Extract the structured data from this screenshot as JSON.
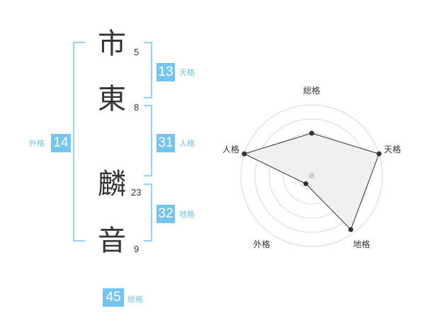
{
  "name_chars": [
    {
      "char": "市",
      "strokes": "5"
    },
    {
      "char": "東",
      "strokes": "8"
    },
    {
      "char": "麟",
      "strokes": "23"
    },
    {
      "char": "音",
      "strokes": "9"
    }
  ],
  "kakusu": {
    "tenkaku": {
      "value": "13",
      "label": "天格"
    },
    "jinkaku": {
      "value": "31",
      "label": "人格"
    },
    "chikaku": {
      "value": "32",
      "label": "地格"
    },
    "gaikaku": {
      "value": "14",
      "label": "外格"
    },
    "soukaku": {
      "value": "45",
      "label": "総格"
    }
  },
  "colors": {
    "accent": "#74c4ee",
    "text": "#333333",
    "grid": "#d8d8d8",
    "fill": "#f0f0f0"
  },
  "chart_data": {
    "type": "radar",
    "axes": [
      "総格",
      "天格",
      "地格",
      "外格",
      "人格"
    ],
    "scale_max": 5,
    "rings": 5,
    "values": [
      3.0,
      5.0,
      4.7,
      0.7,
      5.0
    ]
  }
}
